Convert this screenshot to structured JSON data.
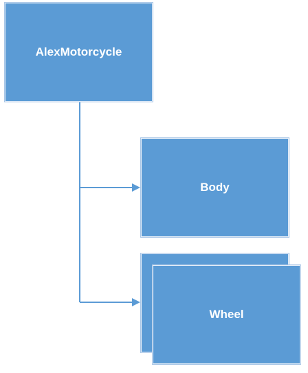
{
  "diagram": {
    "root": {
      "label": "AlexMotorcycle"
    },
    "children": [
      {
        "label": "Body"
      },
      {
        "label": "Wheel",
        "stacked": true
      }
    ]
  },
  "colors": {
    "node_fill": "#5b9bd5",
    "connector": "#5b9bd5",
    "text": "#ffffff"
  }
}
